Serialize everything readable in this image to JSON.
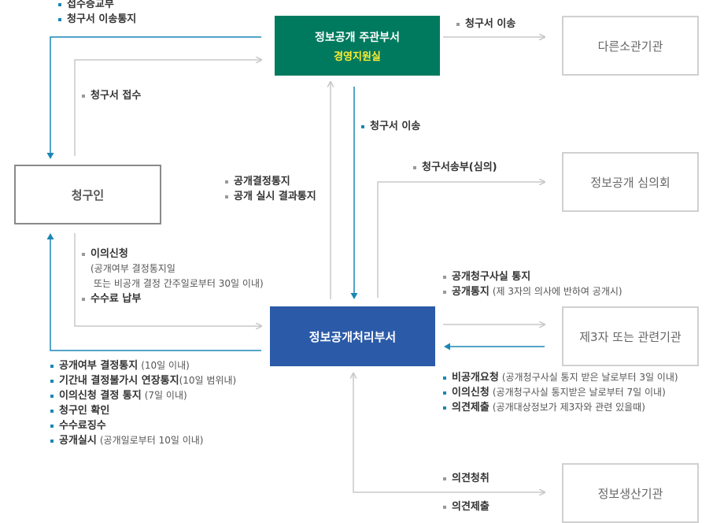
{
  "nodes": {
    "main_dept": {
      "title": "정보공개 주관부서",
      "subtitle": "경영지원실"
    },
    "other_org": "다른소관기관",
    "applicant": "청구인",
    "council": "정보공개 심의회",
    "processing_dept": "정보공개처리부서",
    "third_party": "제3자 또는 관련기관",
    "producer": "정보생산기관"
  },
  "labels": {
    "top_left": [
      "접수증교부",
      "청구서 이송통지"
    ],
    "transfer": "청구서 이송",
    "receive": "청구서 접수",
    "transfer_down": "청구서 이송",
    "decision_notice": [
      "공개결정통지",
      "공개 실시 결과통지"
    ],
    "council_send": "청구서송부(심의)",
    "objection": {
      "head": "이의신청",
      "line1": "(공개여부 결정통지일",
      "line2": "또는 비공개 결정 간주일로부터 30일 이내)",
      "fee": "수수료 납부"
    },
    "third_notice": [
      {
        "bold": "공개청구사실 통지",
        "note": ""
      },
      {
        "bold": "공개통지",
        "note": "(제 3자의 의사에 반하여 공개시)"
      }
    ],
    "third_reply": [
      {
        "bold": "비공개요청",
        "note": "(공개청구사실 통지 받은 날로부터 3일 이내)"
      },
      {
        "bold": "이의신청",
        "note": "(공개청구사실 통지받은 날로부터 7일 이내)"
      },
      {
        "bold": "의견제출",
        "note": "(공개대상정보가 제3자와 관련 있을때)"
      }
    ],
    "bottom_left": [
      {
        "bold": "공개여부 결정통지",
        "note": "(10일 이내)"
      },
      {
        "bold": "기간내 결정불가시 연장통지",
        "note": "(10일 범위내)"
      },
      {
        "bold": "이의신청 결정 통지",
        "note": "(7일 이내)"
      },
      {
        "bold": "청구인 확인",
        "note": ""
      },
      {
        "bold": "수수료징수",
        "note": ""
      },
      {
        "bold": "공개실시",
        "note": "(공개일로부터 10일 이내)"
      }
    ],
    "opinion_request": "의견청취",
    "opinion_submit": "의견제출"
  },
  "colors": {
    "green": "#007a5e",
    "blue": "#2b5aa8",
    "teal_arrow": "#1a87b5",
    "gray_arrow": "#c8c8c8",
    "yellow": "#ffee33"
  }
}
